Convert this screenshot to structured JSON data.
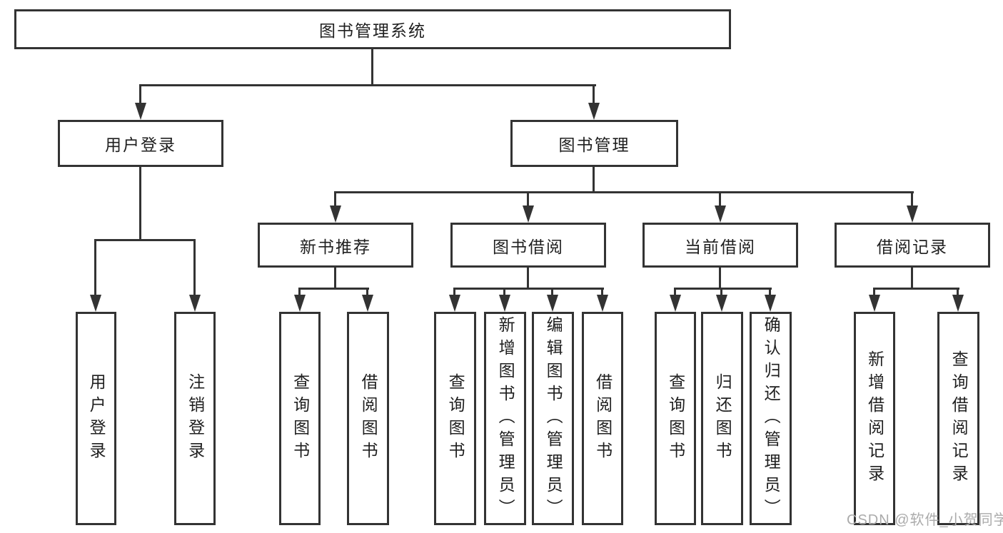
{
  "colors": {
    "background": "#ffffff",
    "line": "#333333",
    "box_border": "#333333",
    "text": "#1f1f1f",
    "watermark": "#ababab"
  },
  "watermark": "CSDN @软件_小贺同学",
  "nodes": {
    "root": "图书管理系统",
    "l2_user_login": "用户登录",
    "l2_book_mgmt": "图书管理",
    "leaf_user_login": "用户登录",
    "leaf_logout": "注销登录",
    "l3_new_book": "新书推荐",
    "l3_book_borrow": "图书借阅",
    "l3_current_borrow": "当前借阅",
    "l3_borrow_record": "借阅记录",
    "leaf_nb_query": "查询图书",
    "leaf_nb_borrow": "借阅图书",
    "leaf_bb_query": "查询图书",
    "leaf_bb_add": "新增图书（管理员）",
    "leaf_bb_edit": "编辑图书（管理员）",
    "leaf_bb_borrow": "借阅图书",
    "leaf_cb_query": "查询图书",
    "leaf_cb_return": "归还图书",
    "leaf_cb_confirm": "确认归还（管理员）",
    "leaf_br_add": "新增借阅记录",
    "leaf_br_query": "查询借阅记录"
  },
  "hierarchy": {
    "label": "图书管理系统",
    "children": [
      {
        "label": "用户登录",
        "children": [
          {
            "label": "用户登录"
          },
          {
            "label": "注销登录"
          }
        ]
      },
      {
        "label": "图书管理",
        "children": [
          {
            "label": "新书推荐",
            "children": [
              {
                "label": "查询图书"
              },
              {
                "label": "借阅图书"
              }
            ]
          },
          {
            "label": "图书借阅",
            "children": [
              {
                "label": "查询图书"
              },
              {
                "label": "新增图书（管理员）"
              },
              {
                "label": "编辑图书（管理员）"
              },
              {
                "label": "借阅图书"
              }
            ]
          },
          {
            "label": "当前借阅",
            "children": [
              {
                "label": "查询图书"
              },
              {
                "label": "归还图书"
              },
              {
                "label": "确认归还（管理员）"
              }
            ]
          },
          {
            "label": "借阅记录",
            "children": [
              {
                "label": "新增借阅记录"
              },
              {
                "label": "查询借阅记录"
              }
            ]
          }
        ]
      }
    ]
  }
}
